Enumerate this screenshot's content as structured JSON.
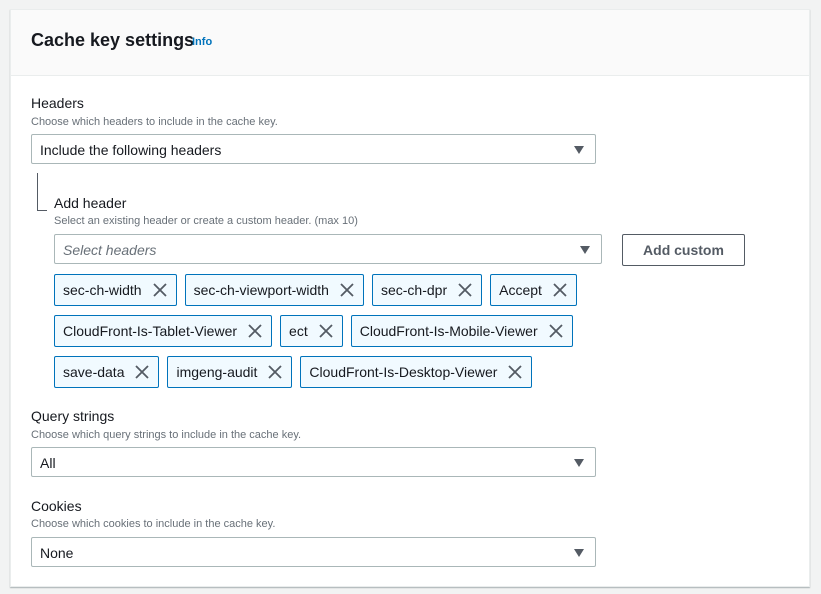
{
  "panel": {
    "title": "Cache key settings",
    "info_label": "Info"
  },
  "headers": {
    "label": "Headers",
    "description": "Choose which headers to include in the cache key.",
    "selected": "Include the following headers",
    "add_header": {
      "label": "Add header",
      "description": "Select an existing header or create a custom header. (max 10)",
      "placeholder": "Select headers",
      "add_custom_label": "Add custom"
    },
    "tokens": [
      [
        "sec-ch-width",
        "sec-ch-viewport-width",
        "sec-ch-dpr",
        "Accept"
      ],
      [
        "CloudFront-Is-Tablet-Viewer",
        "ect",
        "CloudFront-Is-Mobile-Viewer"
      ],
      [
        "save-data",
        "imgeng-audit",
        "CloudFront-Is-Desktop-Viewer"
      ]
    ]
  },
  "query_strings": {
    "label": "Query strings",
    "description": "Choose which query strings to include in the cache key.",
    "selected": "All"
  },
  "cookies": {
    "label": "Cookies",
    "description": "Choose which cookies to include in the cache key.",
    "selected": "None"
  },
  "icons": {
    "remove": "close-icon",
    "dropdown": "caret-down-icon"
  },
  "colors": {
    "token_border": "#0073bb",
    "token_background": "#f1faff",
    "link": "#0073bb"
  }
}
